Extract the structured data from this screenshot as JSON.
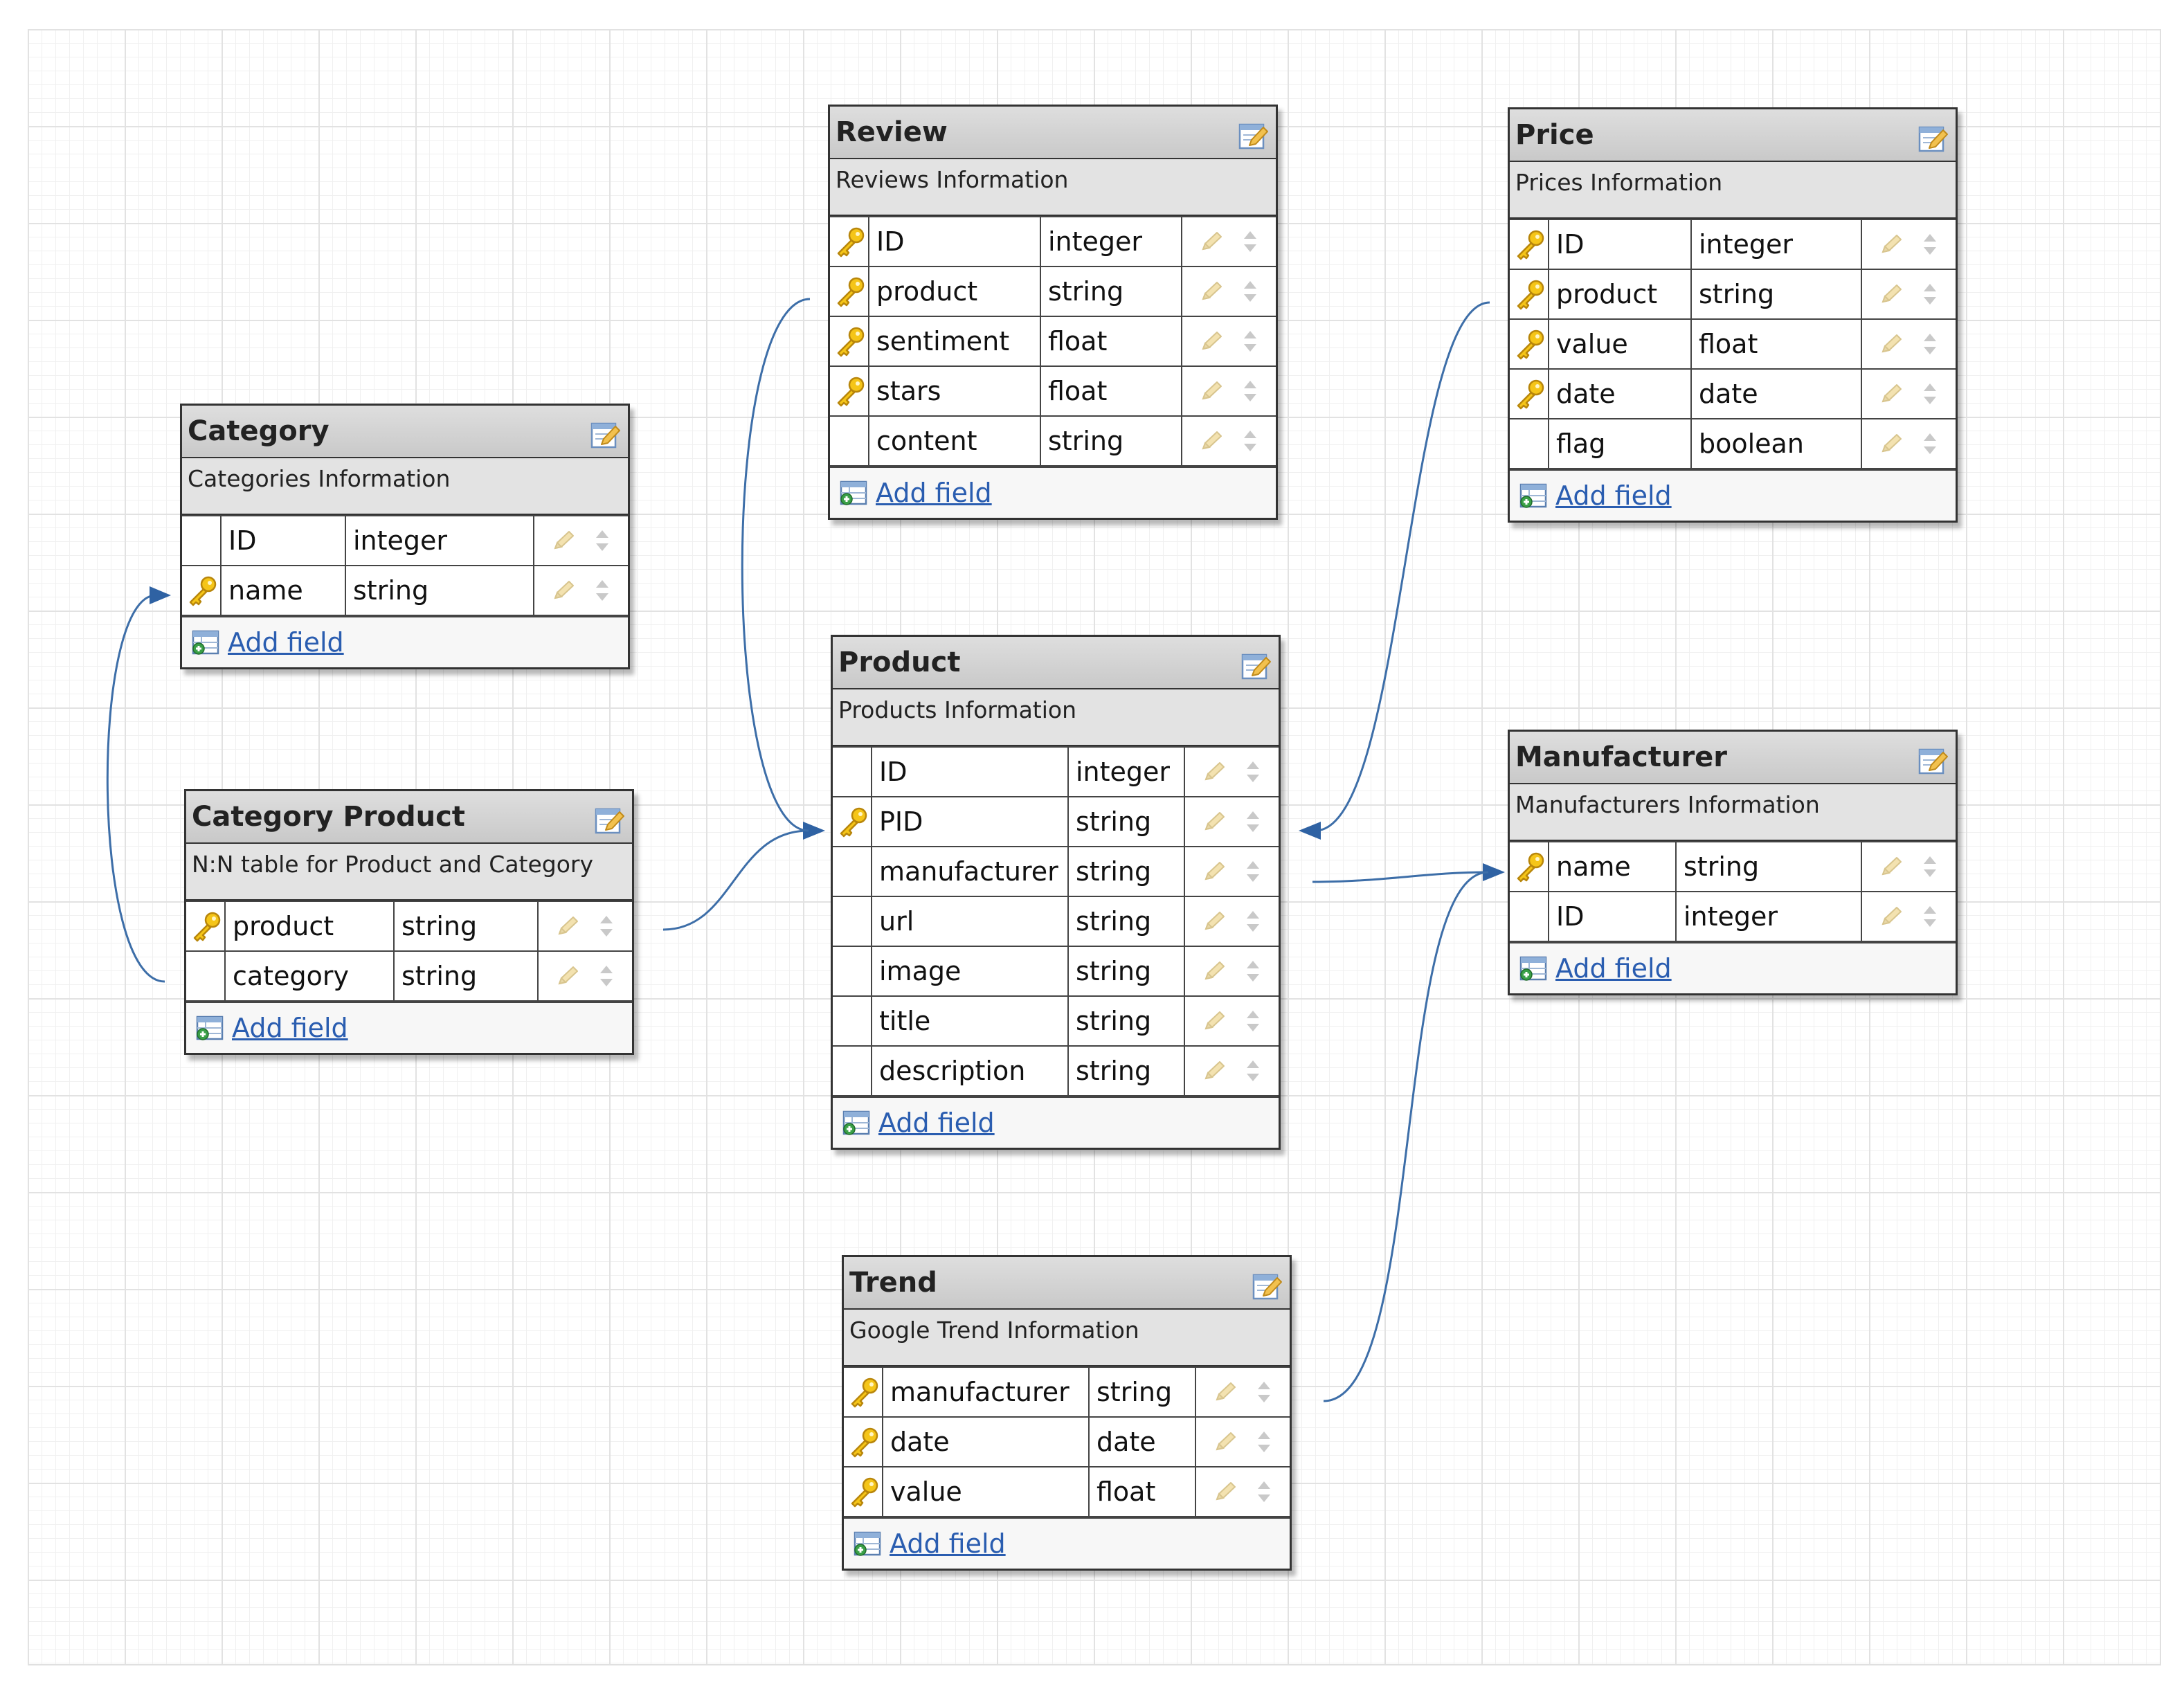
{
  "diagram": {
    "entities": [
      {
        "id": "category",
        "title": "Category",
        "description": "Categories Information",
        "add_label": "Add field",
        "fields": [
          {
            "name": "ID",
            "type": "integer",
            "key": false
          },
          {
            "name": "name",
            "type": "string",
            "key": true
          }
        ]
      },
      {
        "id": "category-product",
        "title": "Category Product",
        "description": "N:N table for Product and Category",
        "add_label": "Add field",
        "fields": [
          {
            "name": "product",
            "type": "string",
            "key": true
          },
          {
            "name": "category",
            "type": "string",
            "key": false
          }
        ]
      },
      {
        "id": "review",
        "title": "Review",
        "description": "Reviews Information",
        "add_label": "Add field",
        "fields": [
          {
            "name": "ID",
            "type": "integer",
            "key": true
          },
          {
            "name": "product",
            "type": "string",
            "key": true
          },
          {
            "name": "sentiment",
            "type": "float",
            "key": true
          },
          {
            "name": "stars",
            "type": "float",
            "key": true
          },
          {
            "name": "content",
            "type": "string",
            "key": false
          }
        ]
      },
      {
        "id": "product",
        "title": "Product",
        "description": "Products Information",
        "add_label": "Add field",
        "fields": [
          {
            "name": "ID",
            "type": "integer",
            "key": false
          },
          {
            "name": "PID",
            "type": "string",
            "key": true
          },
          {
            "name": "manufacturer",
            "type": "string",
            "key": false
          },
          {
            "name": "url",
            "type": "string",
            "key": false
          },
          {
            "name": "image",
            "type": "string",
            "key": false
          },
          {
            "name": "title",
            "type": "string",
            "key": false
          },
          {
            "name": "description",
            "type": "string",
            "key": false
          }
        ]
      },
      {
        "id": "trend",
        "title": "Trend",
        "description": "Google Trend Information",
        "add_label": "Add field",
        "fields": [
          {
            "name": "manufacturer",
            "type": "string",
            "key": true
          },
          {
            "name": "date",
            "type": "date",
            "key": true
          },
          {
            "name": "value",
            "type": "float",
            "key": true
          }
        ]
      },
      {
        "id": "price",
        "title": "Price",
        "description": "Prices Information",
        "add_label": "Add field",
        "fields": [
          {
            "name": "ID",
            "type": "integer",
            "key": true
          },
          {
            "name": "product",
            "type": "string",
            "key": true
          },
          {
            "name": "value",
            "type": "float",
            "key": true
          },
          {
            "name": "date",
            "type": "date",
            "key": true
          },
          {
            "name": "flag",
            "type": "boolean",
            "key": false
          }
        ]
      },
      {
        "id": "manufacturer",
        "title": "Manufacturer",
        "description": "Manufacturers Information",
        "add_label": "Add field",
        "fields": [
          {
            "name": "name",
            "type": "string",
            "key": true
          },
          {
            "name": "ID",
            "type": "integer",
            "key": false
          }
        ]
      }
    ],
    "relations": [
      {
        "from": "category-product.category",
        "to": "category.name"
      },
      {
        "from": "category-product.product",
        "to": "product.PID"
      },
      {
        "from": "review.product",
        "to": "product.PID"
      },
      {
        "from": "price.product",
        "to": "product.PID"
      },
      {
        "from": "product.manufacturer",
        "to": "manufacturer.name"
      },
      {
        "from": "trend.manufacturer",
        "to": "manufacturer.name"
      }
    ],
    "colors": {
      "connector": "#3d6ea8",
      "link": "#2a5db0",
      "key_icon": "#f2b705",
      "header": "#d2d2d2"
    },
    "icons": {
      "key": "key-icon",
      "edit_entity": "edit-entity-icon",
      "edit_field": "pencil-icon",
      "reorder": "reorder-arrows-icon",
      "add_field": "add-field-icon"
    }
  }
}
